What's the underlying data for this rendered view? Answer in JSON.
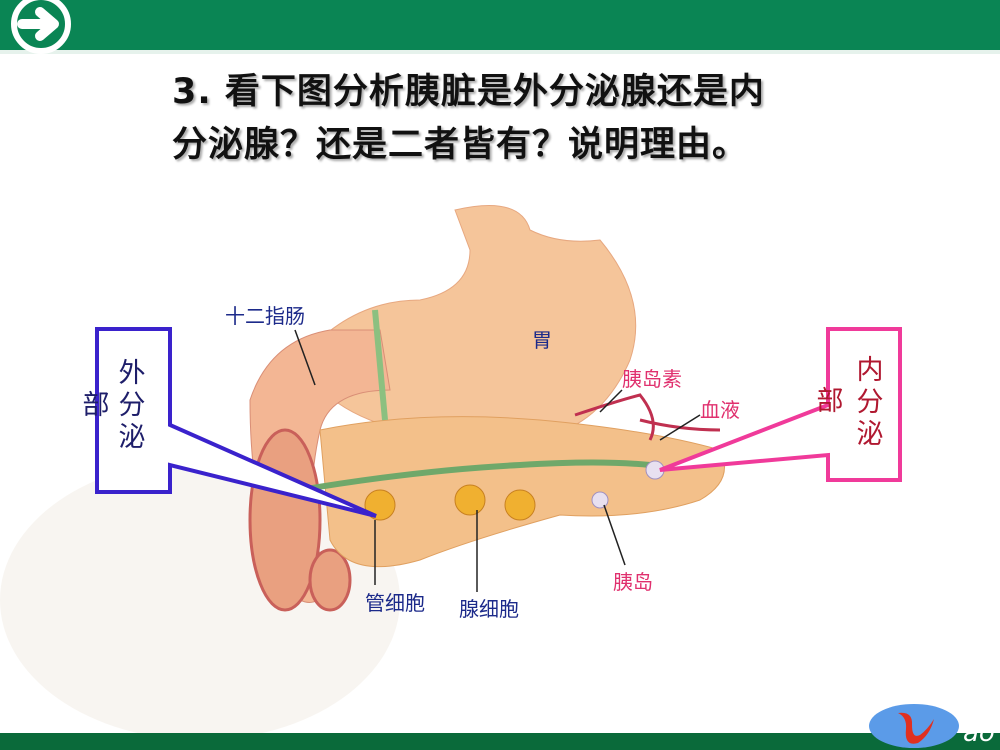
{
  "header": {
    "nav_icon": "arrow-right-circle-icon",
    "bar_color": "#0a8554"
  },
  "question": {
    "line1": "3. 看下图分析胰脏是外分泌腺还是内",
    "line2": "分泌腺？还是二者皆有？说明理由。"
  },
  "diagram": {
    "labels": {
      "duodenum": "十二指肠",
      "stomach": "胃",
      "insulin": "胰岛素",
      "blood": "血液",
      "duct_cell": "管细胞",
      "gland_cell": "腺细胞",
      "islet": "胰岛"
    },
    "left_callout": {
      "chars": [
        "外",
        "分",
        "泌"
      ],
      "side": "部",
      "color": "#3a22cc"
    },
    "right_callout": {
      "chars": [
        "内",
        "分",
        "泌"
      ],
      "side": "部",
      "color": "#f03a9a"
    }
  },
  "footer": {
    "watermark": "ao"
  }
}
